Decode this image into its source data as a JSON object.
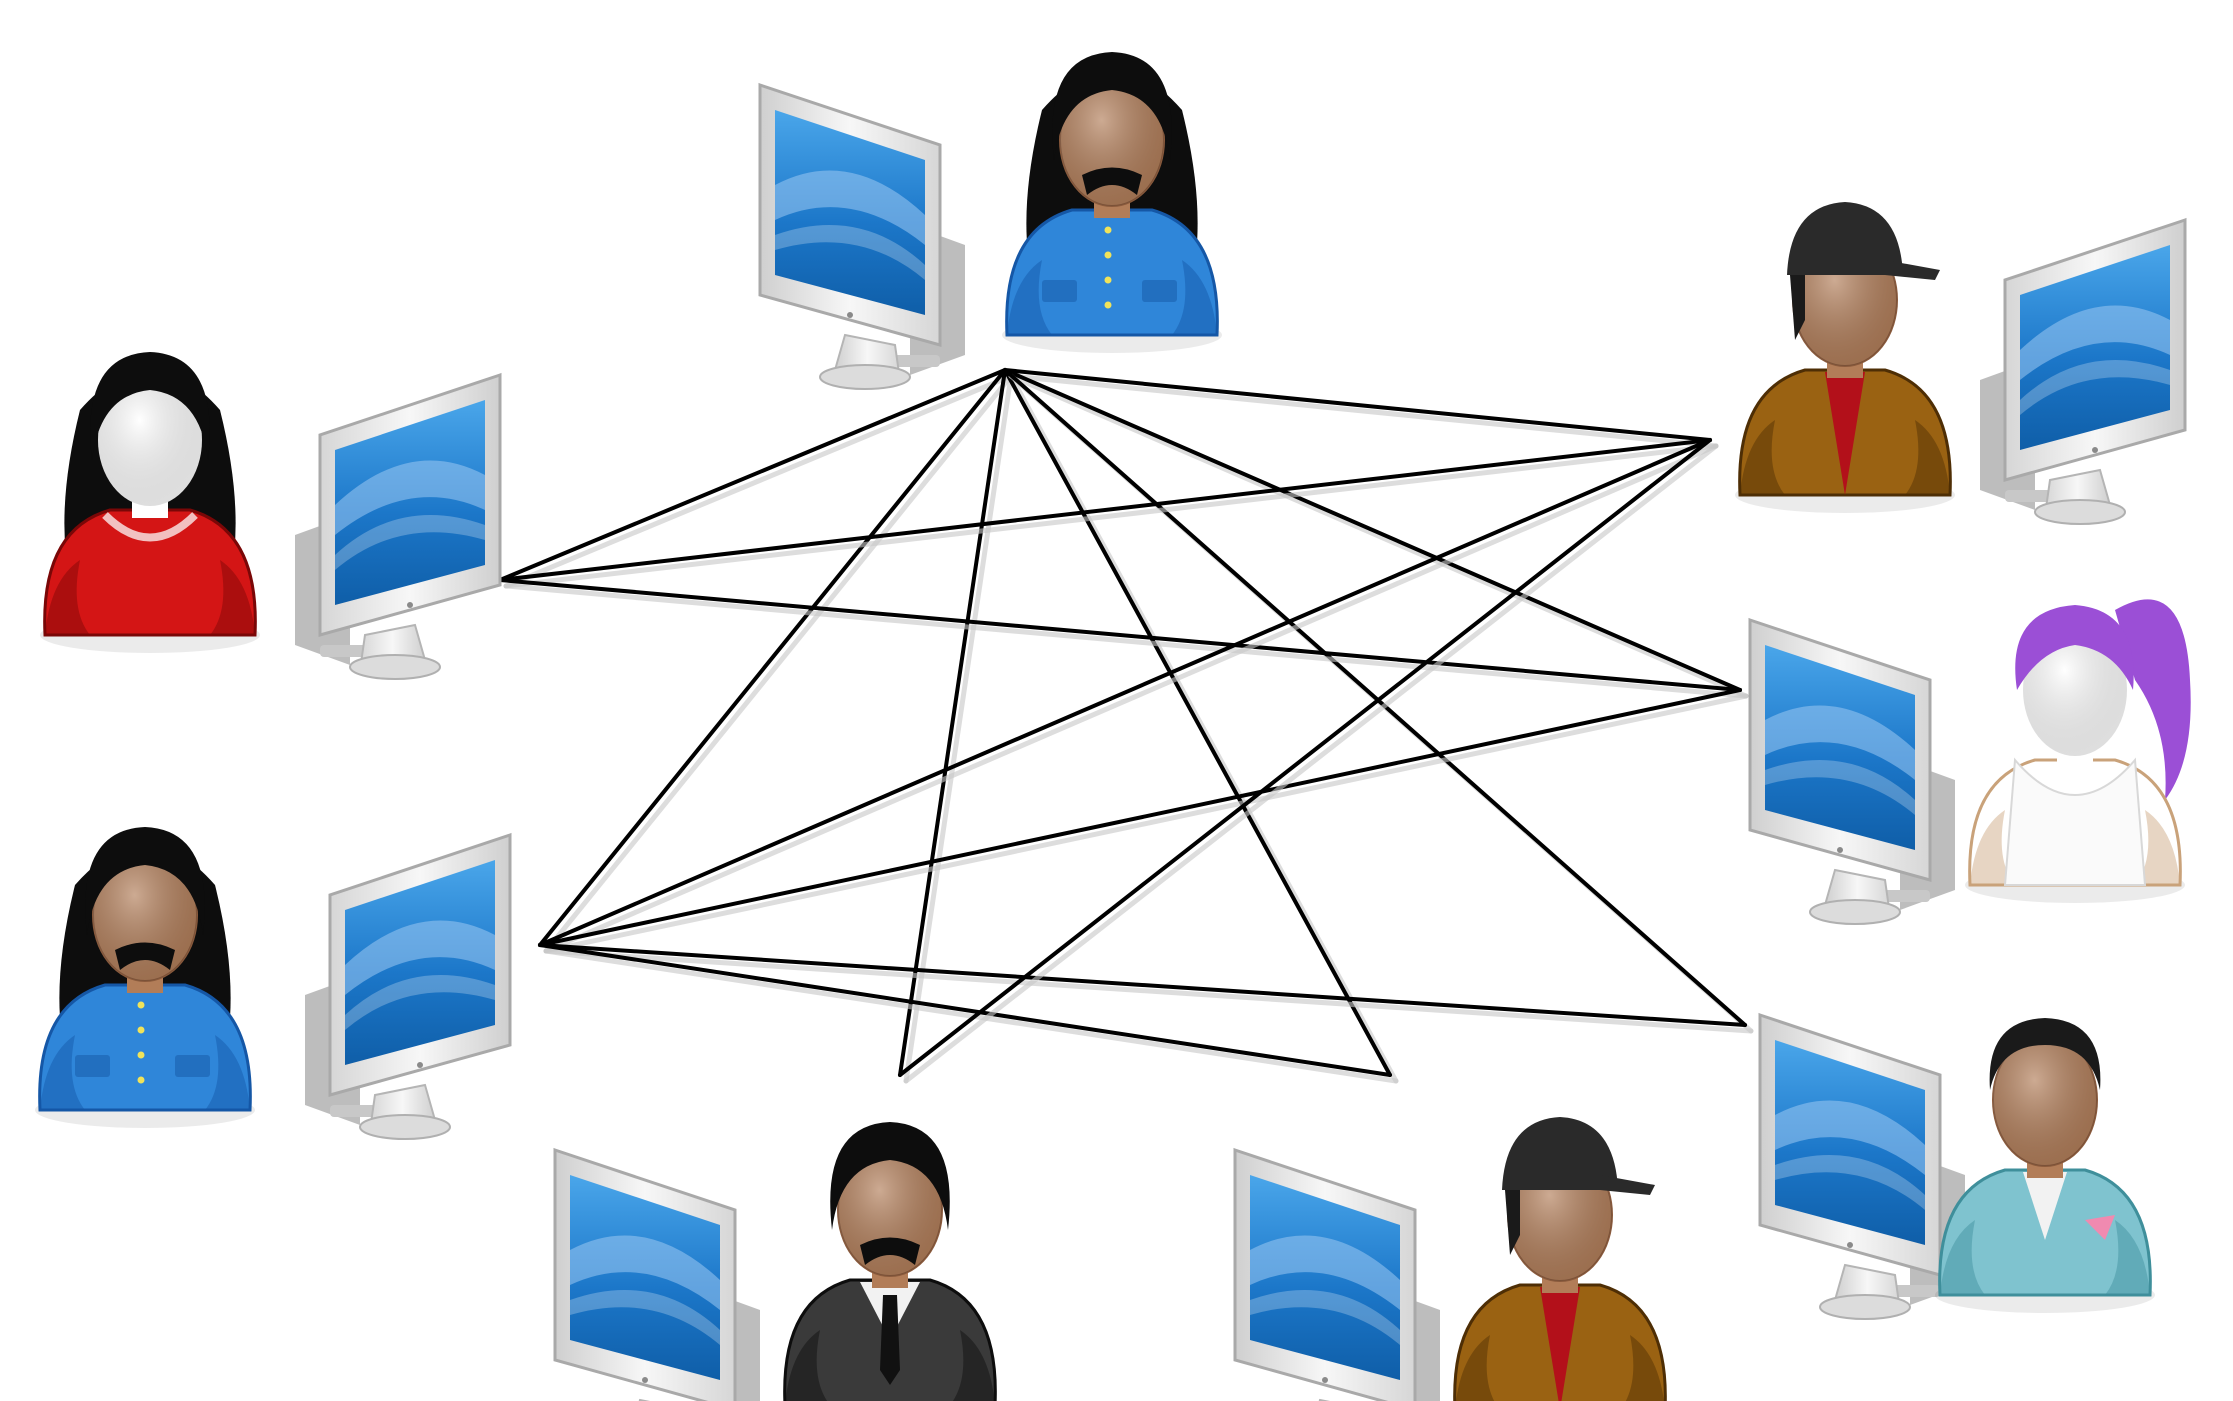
{
  "diagram": {
    "type": "peer-to-peer network",
    "background_color": "#ffffff",
    "link_color": "#000000",
    "link_shadow_color": "#c8c8c8",
    "nodes": [
      {
        "id": "top-center",
        "person": {
          "icon": "man-long-hair-mustache-blue-shirt-icon",
          "hair": "#0d0d0d",
          "skin": "#b27d58",
          "clothing": "#2f86d9",
          "clothing_dark": "#1557a6",
          "hat": false,
          "facial_hair": true,
          "tie": false
        },
        "computer_side": "left"
      },
      {
        "id": "left-upper",
        "person": {
          "icon": "woman-long-black-hair-red-top-icon",
          "hair": "#0d0d0d",
          "skin": "#ffffff",
          "clothing": "#d41515",
          "clothing_dark": "#7a0707",
          "hat": false,
          "facial_hair": false,
          "tie": false
        },
        "computer_side": "right"
      },
      {
        "id": "left-lower",
        "person": {
          "icon": "man-long-hair-mustache-blue-shirt-icon",
          "hair": "#0d0d0d",
          "skin": "#b27d58",
          "clothing": "#2f86d9",
          "clothing_dark": "#1557a6",
          "hat": false,
          "facial_hair": true,
          "tie": false
        },
        "computer_side": "right"
      },
      {
        "id": "bottom-left",
        "person": {
          "icon": "man-black-suit-tie-icon",
          "hair": "#0d0d0d",
          "skin": "#b27d58",
          "clothing": "#3a3a3a",
          "clothing_dark": "#0d0d0d",
          "hat": false,
          "facial_hair": true,
          "tie": true
        },
        "computer_side": "left"
      },
      {
        "id": "bottom-center",
        "person": {
          "icon": "man-cap-brown-jacket-icon",
          "hair": "#1a1a1a",
          "skin": "#b27d58",
          "clothing": "#9a6212",
          "clothing_dark": "#4e2e05",
          "hat": true,
          "facial_hair": false,
          "tie": false
        },
        "computer_side": "left"
      },
      {
        "id": "right-top",
        "person": {
          "icon": "man-cap-brown-jacket-icon",
          "hair": "#1a1a1a",
          "skin": "#b27d58",
          "clothing": "#9a6212",
          "clothing_dark": "#4e2e05",
          "hat": true,
          "facial_hair": false,
          "tie": false
        },
        "computer_side": "right"
      },
      {
        "id": "right-middle",
        "person": {
          "icon": "woman-purple-ponytail-white-tank-top-icon",
          "hair": "#9b4fd6",
          "skin": "#ffffff",
          "clothing": "#ffffff",
          "clothing_dark": "#c9a27a",
          "hat": false,
          "facial_hair": false,
          "tie": false
        },
        "computer_side": "left"
      },
      {
        "id": "right-bottom",
        "person": {
          "icon": "man-short-hair-light-blue-jacket-icon",
          "hair": "#1a1a1a",
          "skin": "#b27d58",
          "clothing": "#7fc3cf",
          "clothing_dark": "#3f8f9b",
          "hat": false,
          "facial_hair": false,
          "tie": false
        },
        "computer_side": "left"
      }
    ],
    "links": [
      [
        "top-center",
        "right-top"
      ],
      [
        "top-center",
        "left-upper"
      ],
      [
        "top-center",
        "left-lower"
      ],
      [
        "top-center",
        "bottom-left"
      ],
      [
        "top-center",
        "bottom-center"
      ],
      [
        "top-center",
        "right-middle"
      ],
      [
        "top-center",
        "right-bottom"
      ],
      [
        "left-upper",
        "right-top"
      ],
      [
        "left-upper",
        "right-middle"
      ],
      [
        "left-lower",
        "right-top"
      ],
      [
        "left-lower",
        "right-middle"
      ],
      [
        "left-lower",
        "right-bottom"
      ],
      [
        "left-lower",
        "bottom-center"
      ],
      [
        "bottom-left",
        "right-top"
      ]
    ],
    "computer": {
      "icon": "desktop-computer-icon",
      "body_color": "#e9e9e9",
      "bezel_color": "#d4d4d4",
      "screen_color": "#1e7fd0",
      "screen_highlight": "#9cc9f2"
    }
  }
}
